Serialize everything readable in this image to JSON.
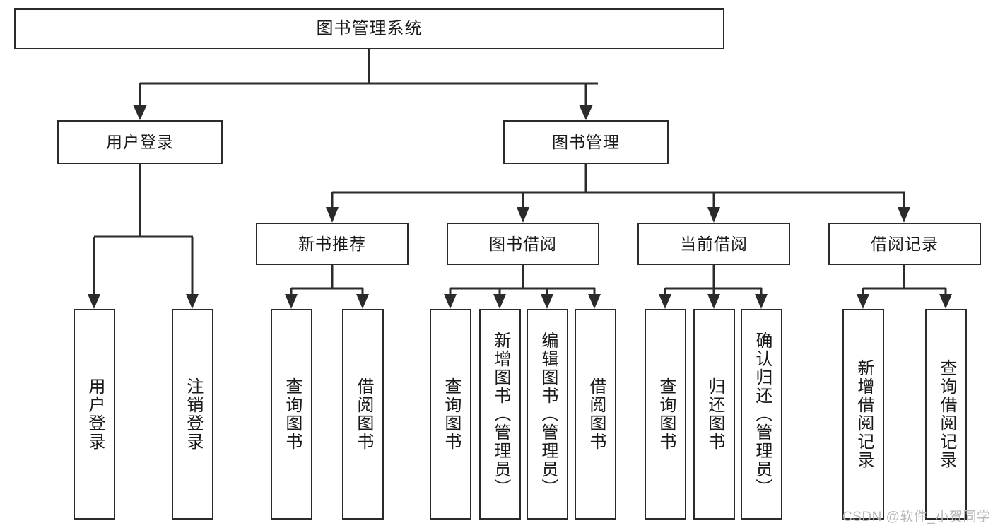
{
  "diagram": {
    "title_node": {
      "label": "图书管理系统"
    },
    "level2": [
      {
        "id": "user-login",
        "label": "用户登录"
      },
      {
        "id": "book-management",
        "label": "图书管理"
      }
    ],
    "level3": [
      {
        "id": "new-book-recommend",
        "label": "新书推荐"
      },
      {
        "id": "book-borrow",
        "label": "图书借阅"
      },
      {
        "id": "current-borrow",
        "label": "当前借阅"
      },
      {
        "id": "borrow-record",
        "label": "借阅记录"
      }
    ],
    "leaves": [
      {
        "id": "leaf-user-login",
        "label": "用户登录",
        "parent": "user-login"
      },
      {
        "id": "leaf-user-logout",
        "label": "注销登录",
        "parent": "user-login"
      },
      {
        "id": "leaf-query-books-rec",
        "label": "查询图书",
        "parent": "new-book-recommend"
      },
      {
        "id": "leaf-borrow-books-rec",
        "label": "借阅图书",
        "parent": "new-book-recommend"
      },
      {
        "id": "leaf-query-books-borrow",
        "label": "查询图书",
        "parent": "book-borrow"
      },
      {
        "id": "leaf-add-book",
        "label": "新增图书（管理员）",
        "parent": "book-borrow"
      },
      {
        "id": "leaf-edit-book",
        "label": "编辑图书（管理员）",
        "parent": "book-borrow"
      },
      {
        "id": "leaf-borrow-book",
        "label": "借阅图书",
        "parent": "book-borrow"
      },
      {
        "id": "leaf-query-books-current",
        "label": "查询图书",
        "parent": "current-borrow"
      },
      {
        "id": "leaf-return-book",
        "label": "归还图书",
        "parent": "current-borrow"
      },
      {
        "id": "leaf-confirm-return",
        "label": "确认归还（管理员）",
        "parent": "current-borrow"
      },
      {
        "id": "leaf-add-record",
        "label": "新增借阅记录",
        "parent": "borrow-record"
      },
      {
        "id": "leaf-query-record",
        "label": "查询借阅记录",
        "parent": "borrow-record"
      }
    ],
    "watermark": {
      "text": "CSDN @软件_小贺同学"
    },
    "colors": {
      "stroke": "#2b2b2b",
      "background": "#ffffff",
      "text": "#1a1a1a",
      "watermark": "#b9b9b9"
    }
  }
}
